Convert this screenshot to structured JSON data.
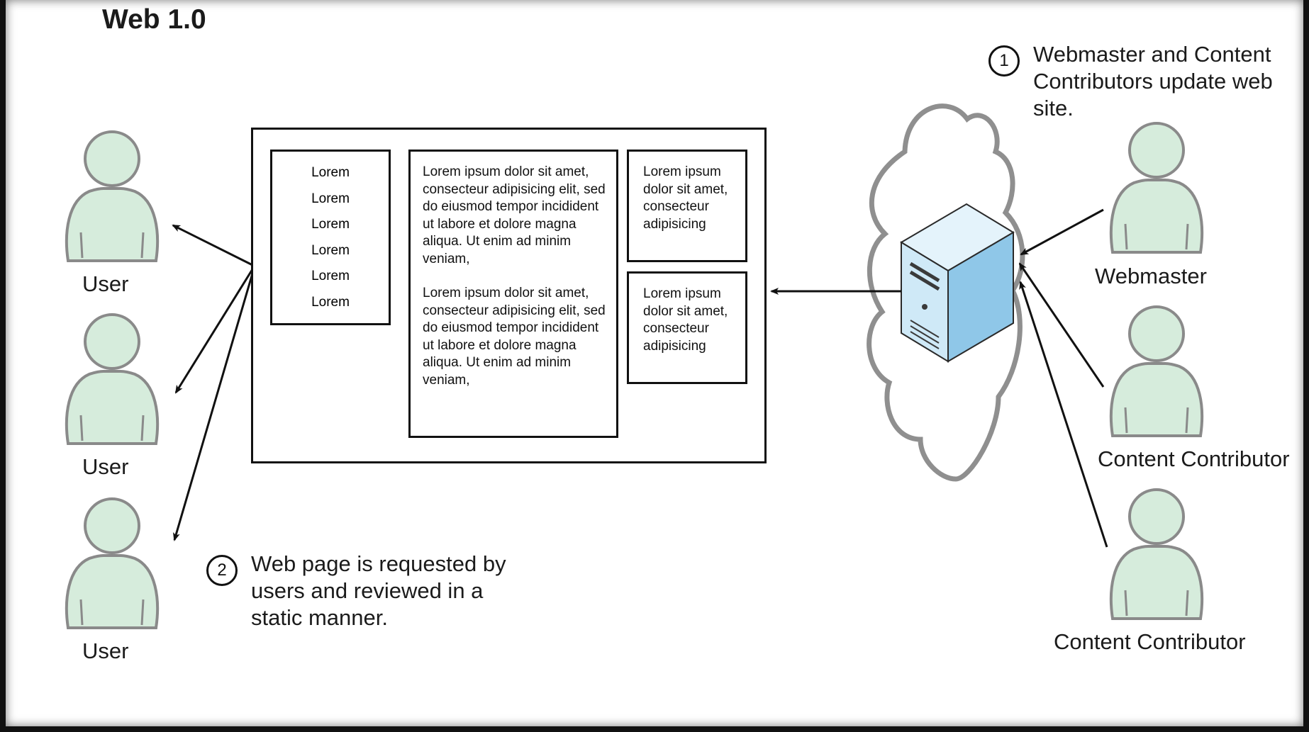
{
  "title": "Web 1.0",
  "notes": {
    "step1": {
      "number": "1",
      "text": "Webmaster and Content Contributors update web site."
    },
    "step2": {
      "number": "2",
      "text": "Web page is requested by users and reviewed in a static manner."
    }
  },
  "users": [
    "User",
    "User",
    "User"
  ],
  "editors": [
    "Webmaster",
    "Content Contributor",
    "Content Contributor"
  ],
  "webpage": {
    "nav_items": [
      "Lorem",
      "Lorem",
      "Lorem",
      "Lorem",
      "Lorem",
      "Lorem"
    ],
    "main_paragraphs": [
      "Lorem ipsum dolor sit amet, consecteur adipisicing elit, sed do eiusmod tempor incidident ut labore et dolore magna aliqua. Ut enim ad minim veniam,",
      "Lorem ipsum dolor sit amet, consecteur adipisicing elit, sed do eiusmod tempor incidident ut labore et dolore magna aliqua. Ut enim ad minim veniam,"
    ],
    "side_boxes": [
      "Lorem ipsum dolor sit amet, consecteur adipisicing",
      "Lorem ipsum dolor sit amet, consecteur adipisicing"
    ]
  },
  "colors": {
    "person_fill": "#d6ecdc",
    "person_stroke": "#8a8a8a",
    "cloud_stroke": "#8f8f8f",
    "server_light": "#cfe9f7",
    "server_dark": "#8fc7e8"
  }
}
